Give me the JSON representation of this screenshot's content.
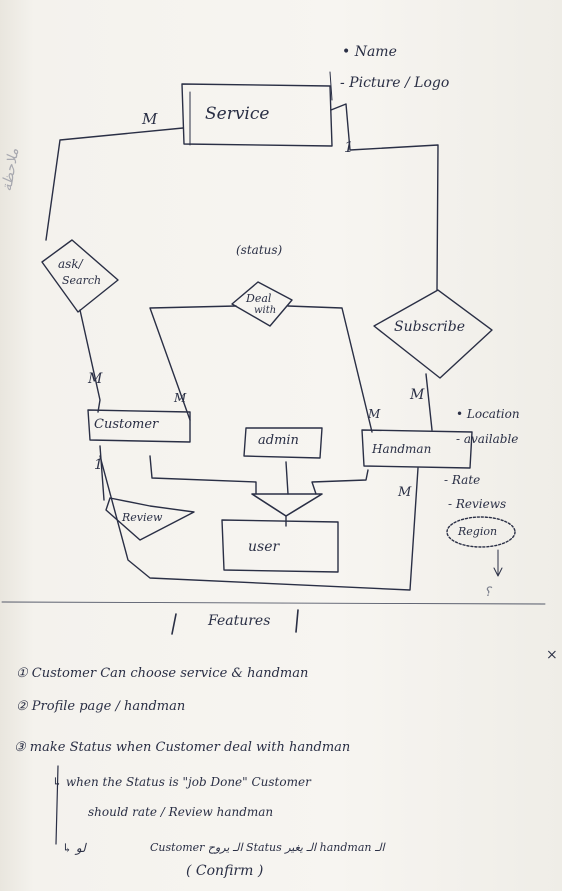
{
  "attributes_service": {
    "name": "• Name",
    "picture": "- Picture / Logo"
  },
  "entities": {
    "service": "Service",
    "customer": "Customer",
    "admin": "admin",
    "handman": "Handman",
    "user": "user"
  },
  "relations": {
    "ask_search_line1": "ask/",
    "ask_search_line2": "Search",
    "deal_line1": "Deal",
    "deal_line2": "with",
    "status": "(status)",
    "subscribe": "Subscribe",
    "review": "Review"
  },
  "cardinalities": {
    "service_left_m": "M",
    "service_right_1": "1",
    "ask_customer_m": "M",
    "customer_top_m": "M",
    "customer_bottom_1": "1",
    "handman_top_m": "M",
    "subscribe_bottom_m": "M",
    "handman_bottom_m": "M"
  },
  "attributes_handman": {
    "location": "• Location",
    "available": "- available",
    "rate": "- Rate",
    "reviews": "- Reviews",
    "region": "Region"
  },
  "margin_notes": {
    "arabic_left": "ملاحظة",
    "arrow_mark": "↓",
    "question_mark": "؟"
  },
  "features": {
    "title": "Features",
    "item1": "① Customer Can choose service & handman",
    "item2": "② Profile page / handman",
    "item3": "③ make Status when Customer deal with handman",
    "item3a_line1": "↳ when the Status is \"job Done\" Customer",
    "item3a_line2": "should rate / Review handman",
    "item3b_prefix": "↳ لو",
    "item3b_text": "Customer الـ يروح Status الـ يغير handman الـ",
    "item3b_confirm": "( Confirm )",
    "corner_mark": "×"
  },
  "colors": {
    "ink": "#2a2f45",
    "paper": "#f5f3ee",
    "faint_ink": "#a8a9b0"
  }
}
